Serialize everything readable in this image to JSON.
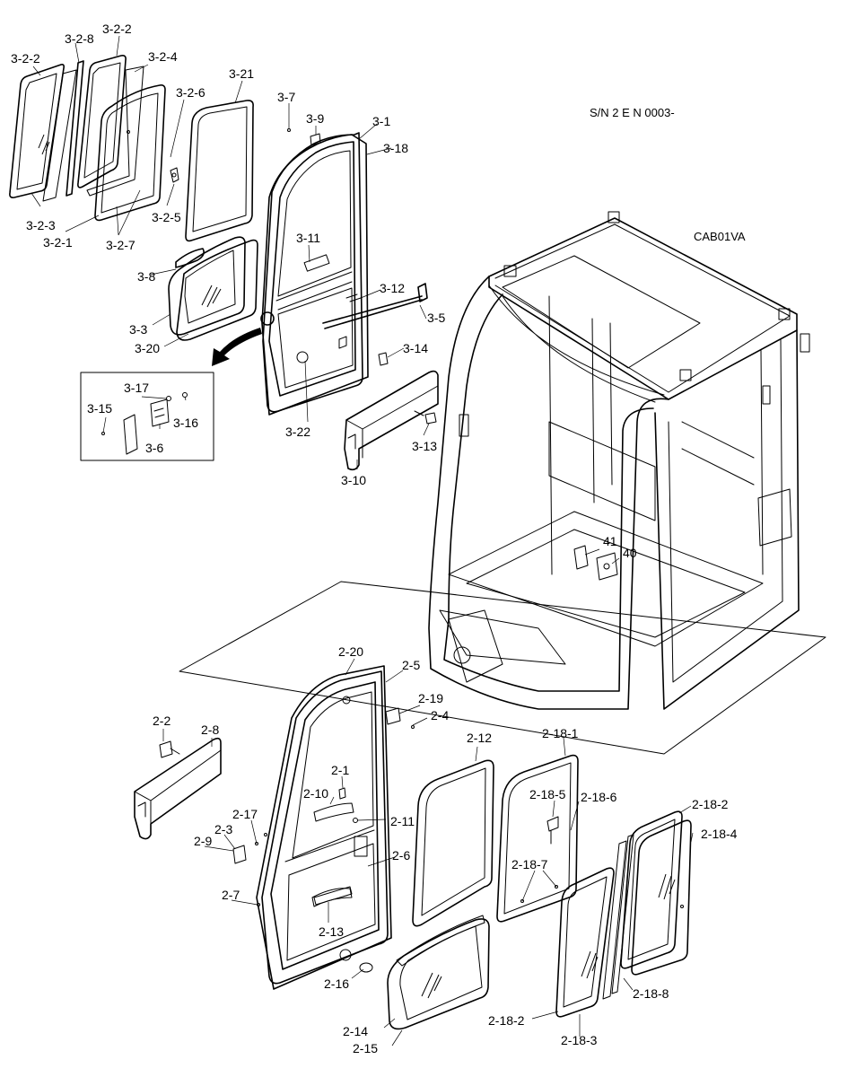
{
  "header": {
    "serial_code": "S/N 2 E N 0003-",
    "cab_code": "CAB01VA"
  },
  "labels": {
    "l_3_2_2a": "3-2-2",
    "l_3_2_8": "3-2-8",
    "l_3_2_2b": "3-2-2",
    "l_3_2_4": "3-2-4",
    "l_3_2_6": "3-2-6",
    "l_3_21": "3-21",
    "l_3_7": "3-7",
    "l_3_9": "3-9",
    "l_3_1": "3-1",
    "l_3_18": "3-18",
    "l_3_2_5": "3-2-5",
    "l_3_2_3": "3-2-3",
    "l_3_2_1": "3-2-1",
    "l_3_2_7": "3-2-7",
    "l_3_11": "3-11",
    "l_3_8": "3-8",
    "l_3_12": "3-12",
    "l_3_5": "3-5",
    "l_3_3": "3-3",
    "l_3_20": "3-20",
    "l_3_14": "3-14",
    "l_3_17": "3-17",
    "l_3_15": "3-15",
    "l_3_16": "3-16",
    "l_3_6": "3-6",
    "l_3_22": "3-22",
    "l_3_13": "3-13",
    "l_3_10": "3-10",
    "l_41": "41",
    "l_40": "40",
    "l_2_20": "2-20",
    "l_2_5": "2-5",
    "l_2_19": "2-19",
    "l_2_4": "2-4",
    "l_2_2": "2-2",
    "l_2_8": "2-8",
    "l_2_12": "2-12",
    "l_2_18_1": "2-18-1",
    "l_2_1": "2-1",
    "l_2_10": "2-10",
    "l_2_18_5": "2-18-5",
    "l_2_18_6": "2-18-6",
    "l_2_17": "2-17",
    "l_2_11": "2-11",
    "l_2_18_2a": "2-18-2",
    "l_2_18_4": "2-18-4",
    "l_2_3": "2-3",
    "l_2_9": "2-9",
    "l_2_6": "2-6",
    "l_2_18_7": "2-18-7",
    "l_2_7": "2-7",
    "l_2_13": "2-13",
    "l_2_16": "2-16",
    "l_2_18_8": "2-18-8",
    "l_2_14": "2-14",
    "l_2_18_2b": "2-18-2",
    "l_2_18_3": "2-18-3",
    "l_2_15": "2-15"
  }
}
